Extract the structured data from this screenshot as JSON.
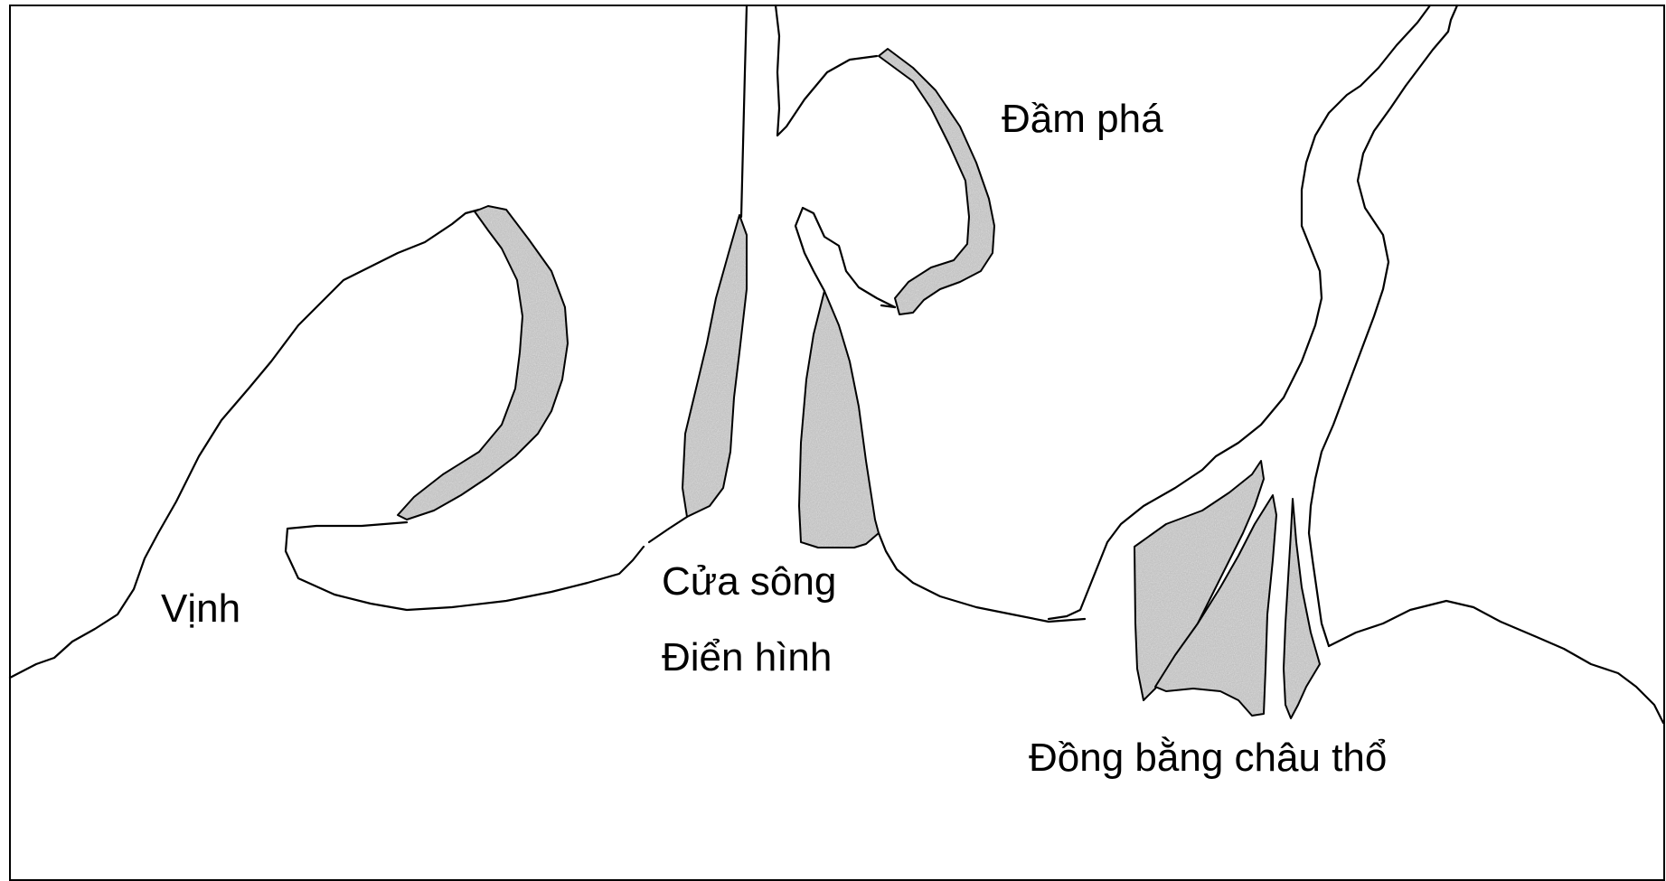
{
  "labels": {
    "bay": "Vịnh",
    "estuary": "Cửa sông",
    "typical": "Điển hình",
    "lagoon": "Đầm phá",
    "delta": "Đồng bằng châu thổ"
  },
  "colors": {
    "line": "#000000",
    "sand": "#b9b9b9",
    "background": "#ffffff"
  }
}
